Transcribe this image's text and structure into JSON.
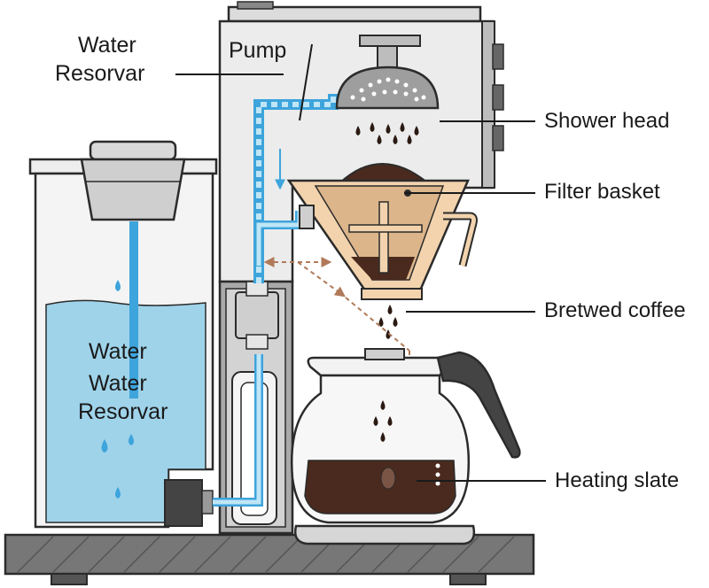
{
  "labels": {
    "water_reservoir_top_line1": "Water",
    "water_reservoir_top_line2": "Resorvar",
    "pump": "Pump",
    "shower_head": "Shower head",
    "filter_basket": "Filter basket",
    "brewed_coffee": "Bretwed coffee",
    "heating_plate": "Heating slate",
    "tank_line1": "Water",
    "tank_line2": "Water",
    "tank_line3": "Resorvar"
  },
  "colors": {
    "outline": "#2b2b2b",
    "body_grey": "#e4e4e4",
    "water_blue": "#9fd3ea",
    "water_stream": "#3da4dc",
    "coffee_dark": "#4a2a1e",
    "filter_tan": "#f2d3ad",
    "flow_arrow": "#b07a5a",
    "base_grey": "#6e6e6e"
  }
}
